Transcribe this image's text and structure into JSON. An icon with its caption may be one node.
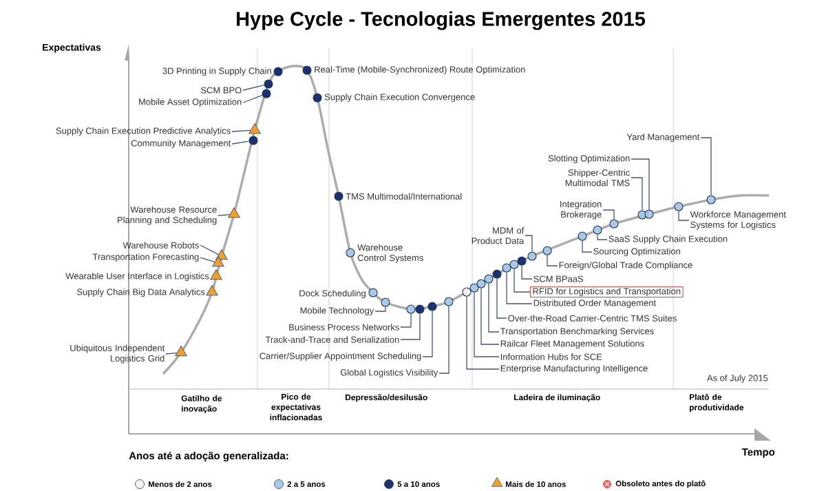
{
  "diagram": {
    "title": "Hype Cycle - Tecnologias Emergentes 2015",
    "nodes": [
      {
        "text": [],
        "shape": "circle",
        "beside": [
          "3D Printing in Supply Chain"
        ]
      },
      {
        "text": [
          "SCM BPO"
        ]
      },
      {
        "text": [],
        "shape": "circle"
      },
      {
        "text": [
          "Mobile Asset Optimization"
        ]
      },
      {
        "text": [],
        "shape": "circle"
      },
      {
        "text": [
          "Supply Chain Execution Predictive Analytics"
        ]
      },
      {
        "text": [],
        "shape": "triangle"
      },
      {
        "text": [
          "Community Management"
        ]
      },
      {
        "text": [],
        "shape": "circle"
      },
      {
        "text": [
          "Warehouse Resource Planning and Scheduling"
        ]
      },
      {
        "text": [],
        "shape": "triangle"
      },
      {
        "text": [
          "Warehouse Robots"
        ]
      },
      {
        "text": [],
        "shape": "triangle"
      },
      {
        "text": [
          "Transportation Forecasting"
        ]
      },
      {
        "text": [],
        "shape": "triangle"
      },
      {
        "text": [],
        "shape": "triangle",
        "beside": [
          "Wearable User Interface in Logistics"
        ]
      },
      {
        "text": [],
        "shape": "triangle",
        "beside": [
          "Supply Chain Big Data Analytics"
        ]
      },
      {
        "text": [
          "Ubiquitous Independent Logistics Grid"
        ]
      },
      {
        "text": [],
        "shape": "triangle"
      },
      {
        "text": [],
        "shape": "circle",
        "beside": [
          "Real-Time (Mobile-Synchronized) Route Optimization"
        ]
      },
      {
        "text": [],
        "shape": "circle",
        "beside": [
          "Supply Chain Execution Convergence"
        ]
      },
      {
        "text": [],
        "shape": "circle",
        "beside": [
          "TMS Multimodal/International"
        ]
      },
      {
        "text": [],
        "shape": "circle",
        "beside": [
          "Warehouse Control Systems"
        ]
      },
      {
        "text": [],
        "shape": "circle",
        "beside": [
          "Dock Scheduling"
        ]
      },
      {
        "text": [
          "Mobile Technology"
        ]
      },
      {
        "text": [],
        "shape": "circle"
      },
      {
        "text": [
          "Business Process Networks"
        ]
      },
      {
        "text": [],
        "shape": "circle"
      },
      {
        "text": [
          "Track-and-Trace and Serialization"
        ]
      },
      {
        "text": [],
        "shape": "circle"
      },
      {
        "text": [
          "Carrier/Supplier Appointment Scheduling"
        ]
      },
      {
        "text": [],
        "shape": "circle"
      },
      {
        "text": [
          "Global Logistics Visibility"
        ]
      },
      {
        "text": [],
        "shape": "circle"
      },
      {
        "text": [],
        "shape": "circle"
      },
      {
        "text": [
          "Enterprise Manufacturing Intelligence"
        ]
      },
      {
        "text": [],
        "shape": "circle"
      },
      {
        "text": [
          "Information Hubs for SCE"
        ]
      },
      {
        "text": [],
        "shape": "circle"
      },
      {
        "text": [
          "Railcar Fleet Management Solutions"
        ]
      },
      {
        "text": [],
        "shape": "circle"
      },
      {
        "text": [
          "Transportation Benchmarking Services"
        ]
      },
      {
        "text": [],
        "shape": "circle"
      },
      {
        "text": [
          "Over-the-Road Carrier-Centric TMS Suites"
        ]
      },
      {
        "text": [],
        "shape": "circle"
      },
      {
        "text": [
          "Distributed Order Management"
        ]
      },
      {
        "text": [],
        "shape": "circle"
      },
      {
        "text": [
          "RFID for Logistics and Transportation"
        ]
      },
      {
        "text": [],
        "shape": "circle"
      },
      {
        "text": [
          "SCM BPaaS"
        ]
      },
      {
        "text": [
          "MDM of Product Data"
        ]
      },
      {
        "text": [],
        "shape": "circle"
      },
      {
        "text": [],
        "shape": "circle"
      },
      {
        "text": [
          "Foreign/Global Trade Compliance"
        ]
      },
      {
        "text": [],
        "shape": "circle"
      },
      {
        "text": [
          "Sourcing Optimization"
        ]
      },
      {
        "text": [],
        "shape": "circle"
      },
      {
        "text": [
          "SaaS Supply Chain Execution"
        ]
      },
      {
        "text": [
          "Integration Brokerage"
        ]
      },
      {
        "text": [],
        "shape": "circle"
      },
      {
        "text": [
          "Shipper-Centric Multimodal TMS"
        ]
      },
      {
        "text": [
          "Slotting Optimization"
        ]
      },
      {
        "text": [],
        "shape": "circle"
      },
      {
        "text": [],
        "shape": "circle"
      },
      {
        "text": [],
        "shape": "circle"
      },
      {
        "text": [
          "Workforce Management Systems for Logistics"
        ]
      },
      {
        "text": [
          "Yard Management"
        ]
      },
      {
        "text": [],
        "shape": "circle"
      }
    ],
    "edges": [
      {
        "from": 1,
        "to": 2,
        "arrow": "none"
      },
      {
        "from": 3,
        "to": 4,
        "arrow": "none"
      },
      {
        "from": 5,
        "to": 6,
        "arrow": "none"
      },
      {
        "from": 7,
        "to": 8,
        "arrow": "none"
      },
      {
        "from": 9,
        "to": 10,
        "arrow": "none"
      },
      {
        "from": 11,
        "to": 12,
        "arrow": "none"
      },
      {
        "from": 13,
        "to": 14,
        "arrow": "none"
      },
      {
        "from": 17,
        "to": 18,
        "arrow": "none"
      },
      {
        "from": 24,
        "to": 25,
        "arrow": "none"
      },
      {
        "from": 26,
        "to": 27,
        "arrow": "none"
      },
      {
        "from": 28,
        "to": 29,
        "arrow": "none"
      },
      {
        "from": 30,
        "to": 31,
        "arrow": "none"
      },
      {
        "from": 32,
        "to": 33,
        "arrow": "none"
      },
      {
        "from": 35,
        "to": 34,
        "arrow": "none"
      },
      {
        "from": 37,
        "to": 36,
        "arrow": "none"
      },
      {
        "from": 39,
        "to": 38,
        "arrow": "none"
      },
      {
        "from": 41,
        "to": 40,
        "arrow": "none"
      },
      {
        "from": 43,
        "to": 42,
        "arrow": "none"
      },
      {
        "from": 45,
        "to": 44,
        "arrow": "none"
      },
      {
        "from": 47,
        "to": 46,
        "arrow": "none"
      },
      {
        "from": 49,
        "to": 48,
        "arrow": "none"
      },
      {
        "from": 50,
        "to": 51,
        "arrow": "none"
      },
      {
        "from": 53,
        "to": 52,
        "arrow": "none"
      },
      {
        "from": 55,
        "to": 54,
        "arrow": "none"
      },
      {
        "from": 57,
        "to": 56,
        "arrow": "none"
      },
      {
        "from": 58,
        "to": 59,
        "arrow": "none"
      },
      {
        "from": 60,
        "to": 62,
        "arrow": "none"
      },
      {
        "from": 61,
        "to": 63,
        "arrow": "none"
      },
      {
        "from": 65,
        "to": 64,
        "arrow": "none"
      },
      {
        "from": 66,
        "to": 67,
        "arrow": "none"
      }
    ],
    "labels": [
      "Expectativas",
      "As of July 2015",
      "Gatilho de inovação",
      "Pico de expectativas inflacionadas",
      "Depressão/desilusão",
      "Ladeira de iluminação",
      "Platô de produtividade",
      "Tempo",
      "Anos até a adoção generalizada:"
    ],
    "legend": [
      {
        "text": "Menos de 2 anos",
        "color": "#f2f2f2"
      },
      {
        "text": "2 a 5 anos",
        "color": "#a8c8e4"
      },
      {
        "text": "5 a 10 anos",
        "color": "#1c3170"
      },
      {
        "text": "Mais de 10 anos",
        "color": "#f0a028"
      },
      {
        "text": "Obsoleto antes do platô",
        "color": "#e8605a"
      }
    ]
  }
}
